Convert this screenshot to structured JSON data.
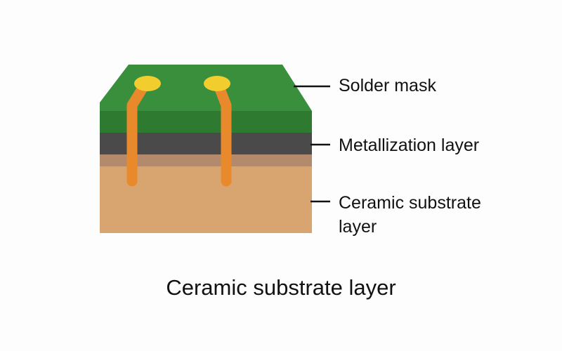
{
  "labels": {
    "solder_mask": "Solder mask",
    "metallization": "Metallization layer",
    "ceramic": "Ceramic substrate layer"
  },
  "caption": "Ceramic substrate layer",
  "colors": {
    "solder_mask_top": "#3a8f3c",
    "solder_mask_front": "#2f7a31",
    "metallization": "#4a4a4a",
    "interface": "#b48a6c",
    "ceramic": "#d8a46f",
    "via": "#e88a2c",
    "pad": "#f2cd2e",
    "leader_line": "#111111"
  }
}
